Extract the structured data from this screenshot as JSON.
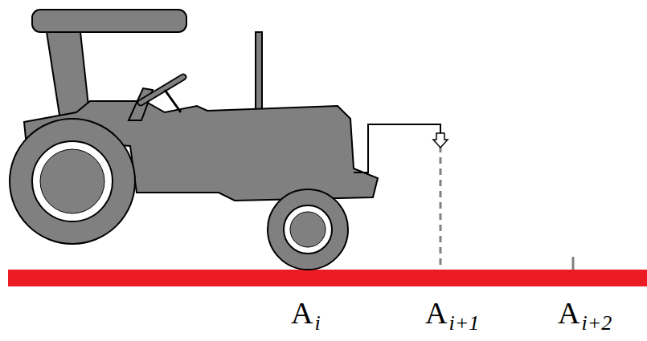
{
  "diagram": {
    "labels": [
      "A",
      "i",
      "A",
      "i+1",
      "A",
      "i+2"
    ]
  }
}
